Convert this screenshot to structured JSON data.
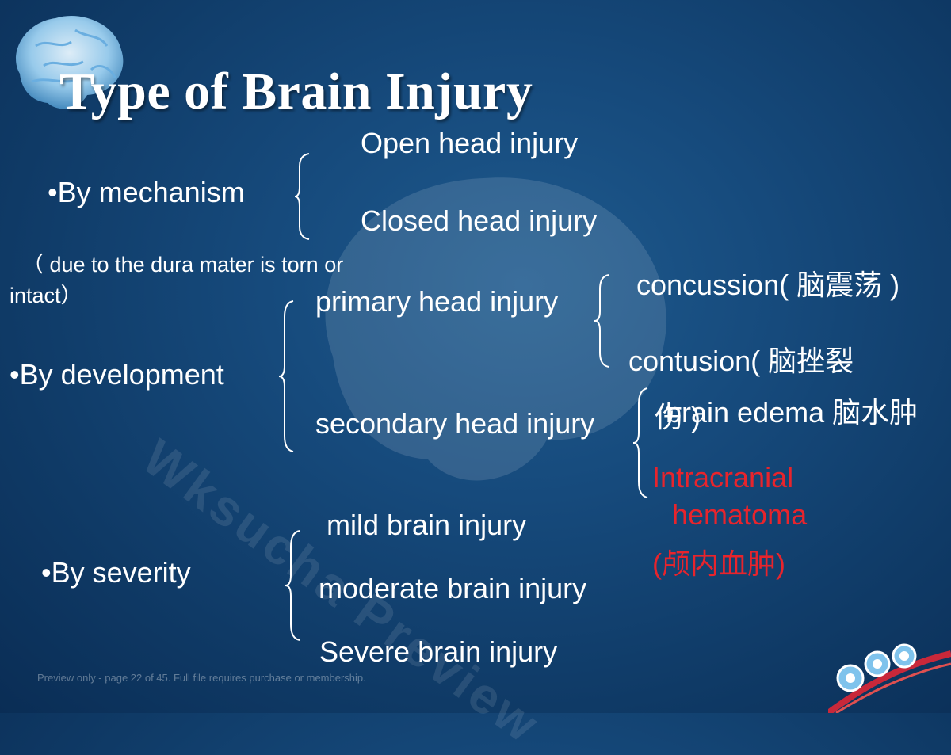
{
  "slide": {
    "title": "Type of  Brain Injury",
    "mechanism": {
      "label": "•By mechanism",
      "options": [
        "Open head injury",
        "Closed head injury"
      ],
      "note_line1": "（ due to the dura mater is torn or",
      "note_line2": "intact）"
    },
    "development": {
      "label": "•By development",
      "primary": "primary head injury",
      "primary_types": [
        "concussion( 脑震荡 )",
        "contusion( 脑挫裂",
        "伤 )"
      ],
      "secondary": "secondary head injury",
      "secondary_types": [
        "brain  edema 脑水肿",
        "Intracranial",
        "hematoma",
        "(颅内血肿)"
      ]
    },
    "severity": {
      "label": "•By severity",
      "levels": [
        "mild brain injury",
        "moderate brain injury",
        "Severe brain injury"
      ]
    },
    "watermark": "Wksucha Preview",
    "footer": "Preview only - page 22 of 45. Full file requires purchase or membership."
  },
  "icons": [
    "brain-icon",
    "logo-icon"
  ],
  "colors": {
    "accent_red": "#e8242c",
    "text": "#ffffff",
    "background": "#164a7c"
  }
}
